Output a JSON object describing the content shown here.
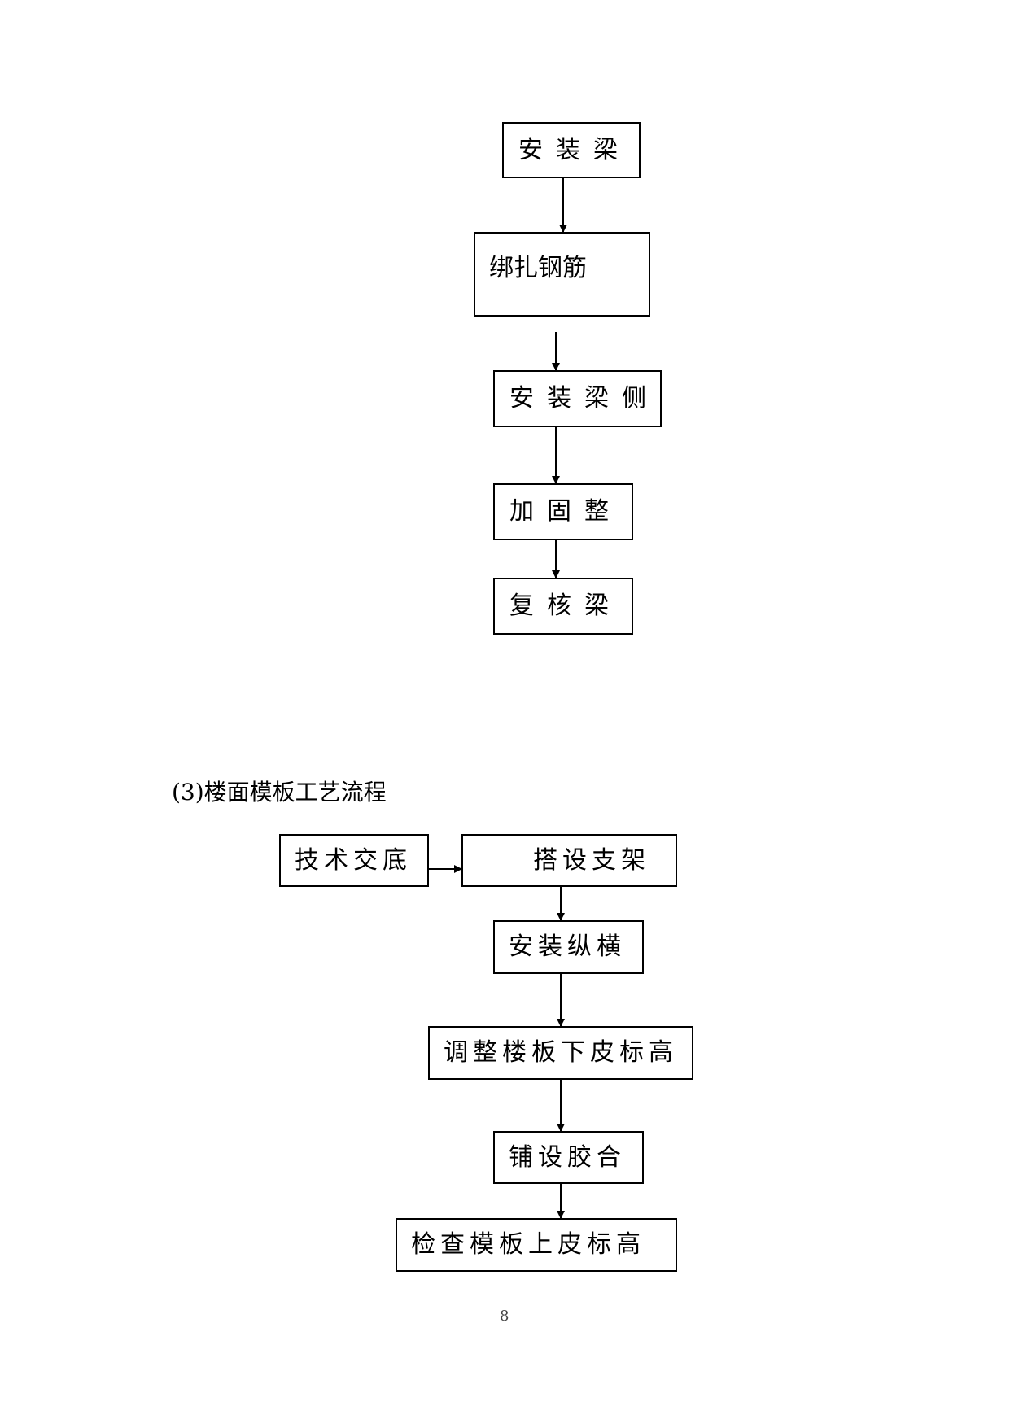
{
  "flow1": {
    "install_beam": "安装梁",
    "tie_rebar": "绑扎钢筋",
    "install_beam_side": "安装梁侧",
    "reinforce": "加固整",
    "recheck_beam": "复核梁"
  },
  "section3": {
    "title": "(3)楼面模板工艺流程",
    "technical_briefing": "技术交底",
    "erect_support": "搭设支架",
    "install_vertical_horizontal": "安装纵横",
    "adjust_slab_bottom_elevation": "调整楼板下皮标高",
    "lay_plywood": "铺设胶合",
    "check_formwork_top_elevation": "检查模板上皮标高"
  },
  "page_number": "8",
  "colors": {
    "line": "#000000",
    "background": "#ffffff"
  }
}
